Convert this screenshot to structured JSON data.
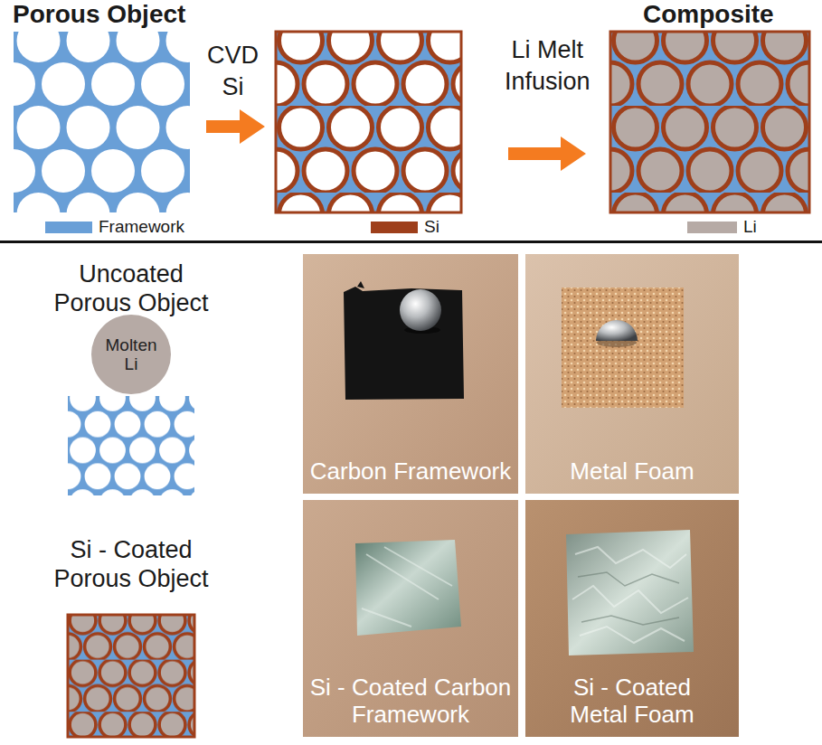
{
  "diagram": {
    "nodes": [
      {
        "text": [
          "Molten Li"
        ]
      },
      {
        "text": [
          "Carbon Framework"
        ]
      },
      {
        "text": [
          "Metal Foam"
        ]
      },
      {
        "text": [
          "Si - Coated Carbon Framework"
        ]
      },
      {
        "text": [
          "Si - Coated Metal Foam"
        ]
      }
    ],
    "labels": [
      "Porous Object",
      "CVD Si",
      "Li Melt Infusion",
      "Composite",
      "Uncoated Porous Object",
      "Si - Coated Porous Object"
    ],
    "legend": [
      {
        "text": "Framework",
        "color": "#699fd7"
      },
      {
        "text": "Si",
        "color": "#9e3f1b"
      },
      {
        "text": "Li",
        "color": "#b6aaa5"
      }
    ]
  }
}
